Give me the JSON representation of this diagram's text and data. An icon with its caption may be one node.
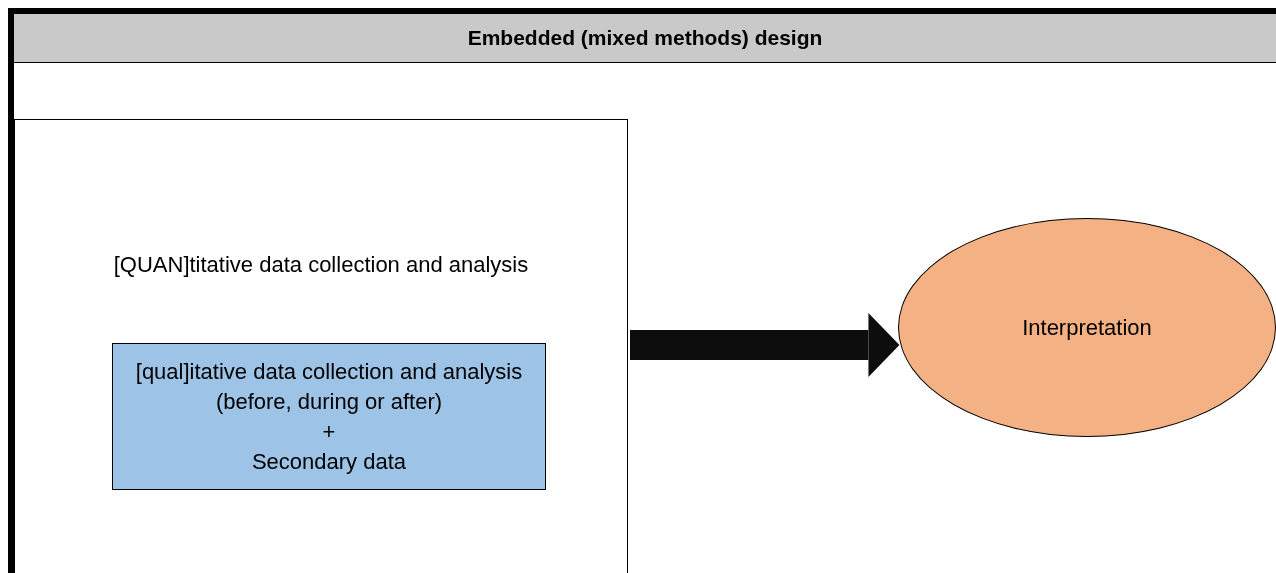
{
  "diagram": {
    "title": "Embedded (mixed methods) design",
    "nodes": [
      {
        "text": [
          "[QUAN]titative data collection and analysis"
        ]
      },
      {
        "text": [
          "[qual]itative data collection and analysis (before, during or after)",
          "+",
          "Secondary data"
        ],
        "in": 0
      },
      {
        "text": [
          "Interpretation"
        ]
      }
    ],
    "edges": [
      {
        "from": 0,
        "to": 2,
        "arrow": "to"
      }
    ]
  }
}
